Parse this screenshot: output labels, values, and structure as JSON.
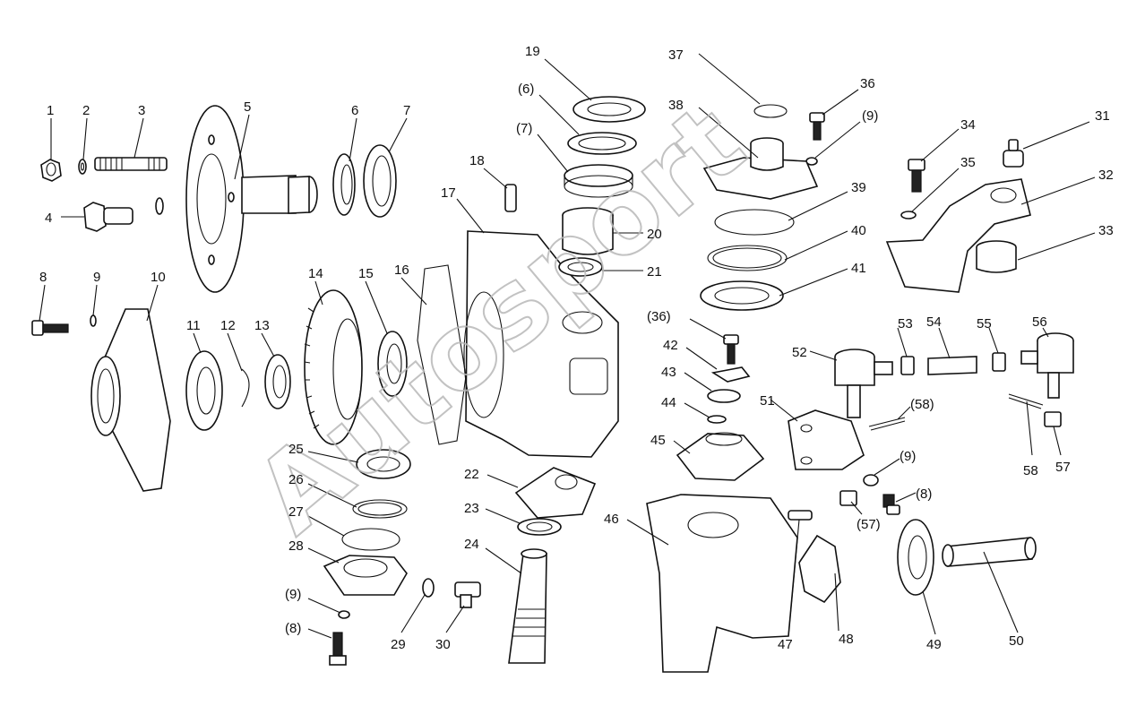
{
  "watermark": "Autosport",
  "labels": [
    "1",
    "2",
    "3",
    "4",
    "5",
    "6",
    "7",
    "8",
    "9",
    "10",
    "11",
    "12",
    "13",
    "14",
    "15",
    "16",
    "17",
    "18",
    "(6)",
    "(7)",
    "19",
    "20",
    "21",
    "22",
    "23",
    "24",
    "25",
    "26",
    "27",
    "28",
    "(9)",
    "(8)",
    "29",
    "30",
    "31",
    "32",
    "33",
    "34",
    "35",
    "36",
    "(9)",
    "37",
    "38",
    "39",
    "40",
    "41",
    "(36)",
    "42",
    "43",
    "44",
    "45",
    "46",
    "47",
    "48",
    "49",
    "50",
    "51",
    "52",
    "53",
    "54",
    "55",
    "56",
    "(58)",
    "(9)",
    "(8)",
    "(57)",
    "57",
    "58"
  ],
  "colors": {
    "ink": "#111111",
    "watermark": "#b8b8b8",
    "background": "#ffffff"
  }
}
